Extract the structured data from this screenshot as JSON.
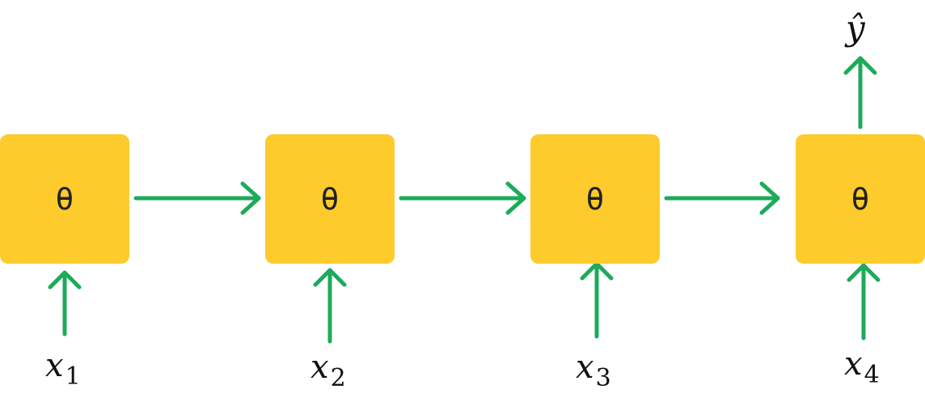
{
  "diagram": {
    "cell_label": "θ",
    "inputs": [
      {
        "symbol": "x",
        "subscript": "1"
      },
      {
        "symbol": "x",
        "subscript": "2"
      },
      {
        "symbol": "x",
        "subscript": "3"
      },
      {
        "symbol": "x",
        "subscript": "4"
      }
    ],
    "output": "ŷ",
    "colors": {
      "cell": "#FDCB2B",
      "arrow": "#1DAA5A",
      "text": "#222222"
    }
  }
}
